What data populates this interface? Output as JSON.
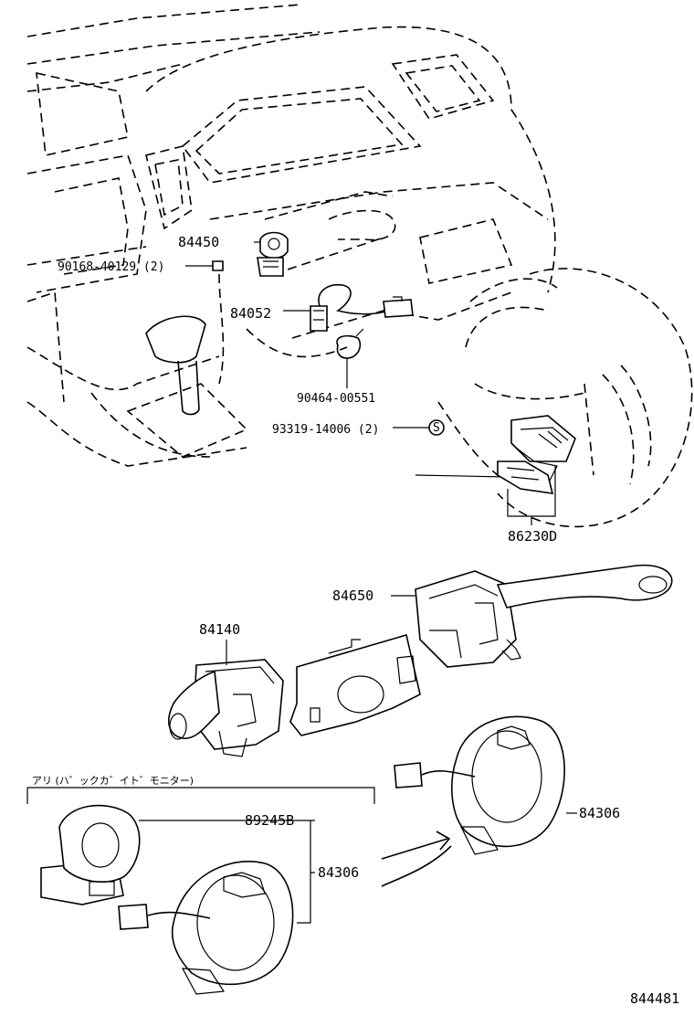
{
  "labels": {
    "p84450": "84450",
    "p90168": "90168-40129 (2)",
    "p84052": "84052",
    "p90464": "90464-00551",
    "p93319": "93319-14006 (2)",
    "s_mark": "S",
    "p86230d": "86230D",
    "p84650": "84650",
    "p84140": "84140",
    "option_note": "アリ (ハ゛ックカ゛イト゛モニター)",
    "p89245b": "89245B",
    "p84306_left": "84306",
    "p84306_right": "84306",
    "figure_id": "844481"
  }
}
